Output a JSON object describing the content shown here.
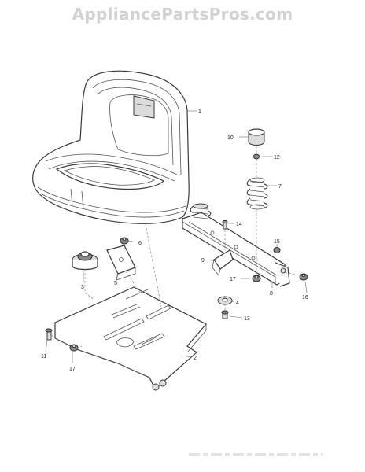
{
  "header": {
    "watermark": "AppliancePartsPros.com"
  },
  "callouts": {
    "c1": "1",
    "c2": "2",
    "c3": "3",
    "c4": "4",
    "c5": "5",
    "c6": "6",
    "c7": "7",
    "c8": "8",
    "c9": "9",
    "c10": "10",
    "c11": "11",
    "c12": "12",
    "c13": "13",
    "c14": "14",
    "c15": "15",
    "c16": "16",
    "c17a": "17",
    "c17b": "17"
  },
  "colors": {
    "line": "#4a4a4a",
    "watermark": "#d2d2d2",
    "background": "#ffffff"
  }
}
